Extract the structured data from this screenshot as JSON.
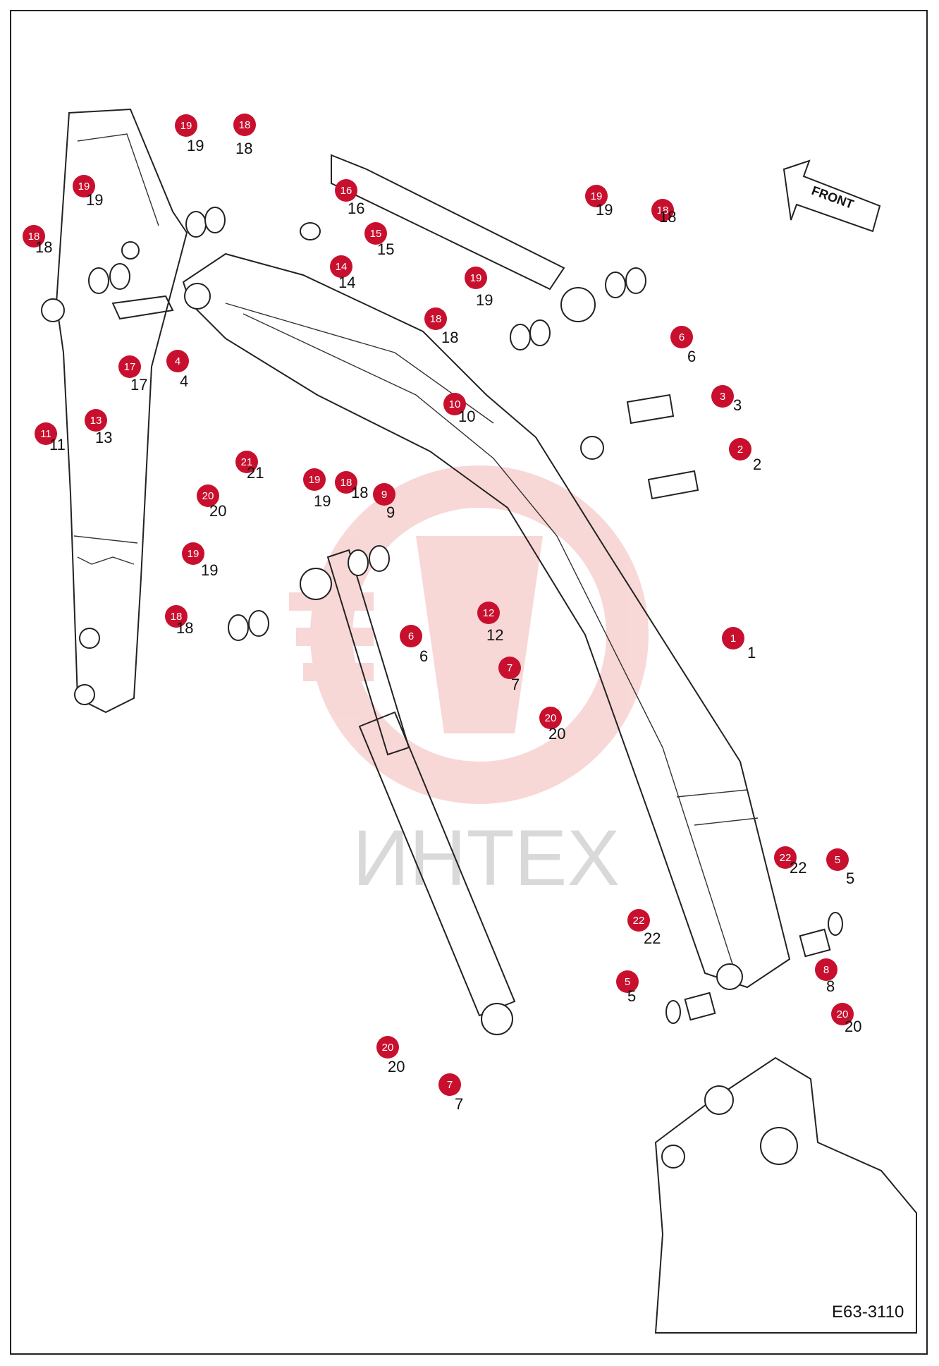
{
  "diagram": {
    "drawing_code": "E63-3110",
    "direction_label": "FRONT",
    "watermark": "ИНТЕХ",
    "colors": {
      "badge": "#c8102e",
      "line": "#222222",
      "watermark_text": "#d9d9d9",
      "watermark_logo": "#f4b8b8"
    },
    "callouts": [
      {
        "id": "1",
        "label": "1"
      },
      {
        "id": "2",
        "label": "2"
      },
      {
        "id": "3",
        "label": "3"
      },
      {
        "id": "4",
        "label": "4"
      },
      {
        "id": "5a",
        "label": "5"
      },
      {
        "id": "5b",
        "label": "5"
      },
      {
        "id": "6a",
        "label": "6"
      },
      {
        "id": "6b",
        "label": "6"
      },
      {
        "id": "7a",
        "label": "7"
      },
      {
        "id": "7b",
        "label": "7"
      },
      {
        "id": "8",
        "label": "8"
      },
      {
        "id": "9",
        "label": "9"
      },
      {
        "id": "10",
        "label": "10"
      },
      {
        "id": "11",
        "label": "11"
      },
      {
        "id": "12",
        "label": "12"
      },
      {
        "id": "13",
        "label": "13"
      },
      {
        "id": "14",
        "label": "14"
      },
      {
        "id": "15",
        "label": "15"
      },
      {
        "id": "16",
        "label": "16"
      },
      {
        "id": "17",
        "label": "17"
      },
      {
        "id": "18a",
        "label": "18"
      },
      {
        "id": "18b",
        "label": "18"
      },
      {
        "id": "18c",
        "label": "18"
      },
      {
        "id": "18d",
        "label": "18"
      },
      {
        "id": "18e",
        "label": "18"
      },
      {
        "id": "18f",
        "label": "18"
      },
      {
        "id": "19a",
        "label": "19"
      },
      {
        "id": "19b",
        "label": "19"
      },
      {
        "id": "19c",
        "label": "19"
      },
      {
        "id": "19d",
        "label": "19"
      },
      {
        "id": "19e",
        "label": "19"
      },
      {
        "id": "19f",
        "label": "19"
      },
      {
        "id": "20a",
        "label": "20"
      },
      {
        "id": "20b",
        "label": "20"
      },
      {
        "id": "20c",
        "label": "20"
      },
      {
        "id": "20d",
        "label": "20"
      },
      {
        "id": "21",
        "label": "21"
      },
      {
        "id": "22a",
        "label": "22"
      },
      {
        "id": "22b",
        "label": "22"
      }
    ]
  }
}
